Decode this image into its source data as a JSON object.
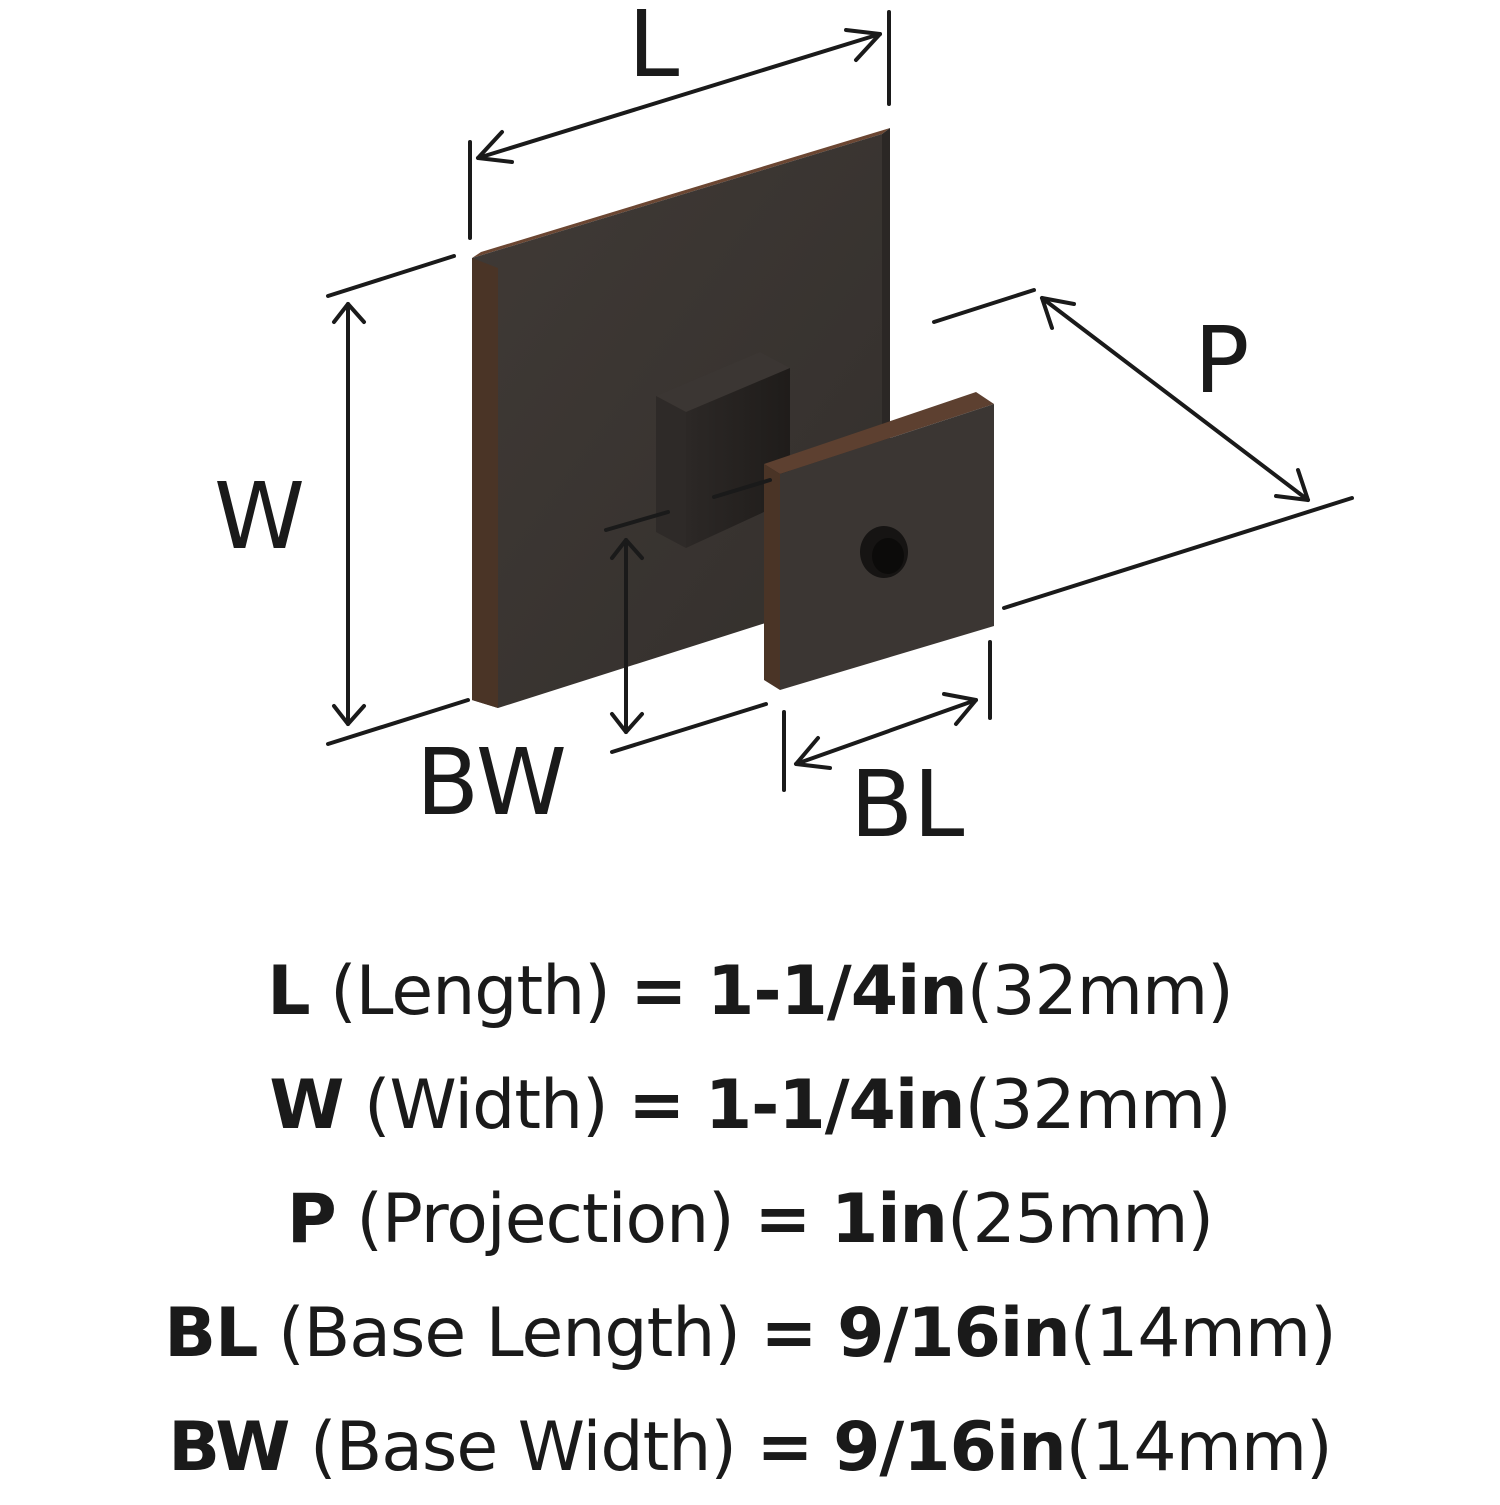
{
  "diagram": {
    "labels": {
      "length": "L",
      "width": "W",
      "projection": "P",
      "base_width": "BW",
      "base_length": "BL"
    },
    "colors": {
      "finish_face": "#3a3633",
      "finish_dark": "#24201e",
      "finish_edge": "#5a3a26",
      "line": "#1a1a1a"
    }
  },
  "specs": [
    {
      "key": "L",
      "name": "(Length)",
      "eq": "=",
      "inch": "1-1/4in",
      "mm": "(32mm)"
    },
    {
      "key": "W",
      "name": "(Width)",
      "eq": "=",
      "inch": "1-1/4in",
      "mm": "(32mm)"
    },
    {
      "key": "P",
      "name": "(Projection)",
      "eq": "=",
      "inch": "1in",
      "mm": "(25mm)"
    },
    {
      "key": "BL",
      "name": "(Base Length)",
      "eq": "=",
      "inch": "9/16in",
      "mm": "(14mm)"
    },
    {
      "key": "BW",
      "name": "(Base Width)",
      "eq": "=",
      "inch": "9/16in",
      "mm": "(14mm)"
    }
  ]
}
